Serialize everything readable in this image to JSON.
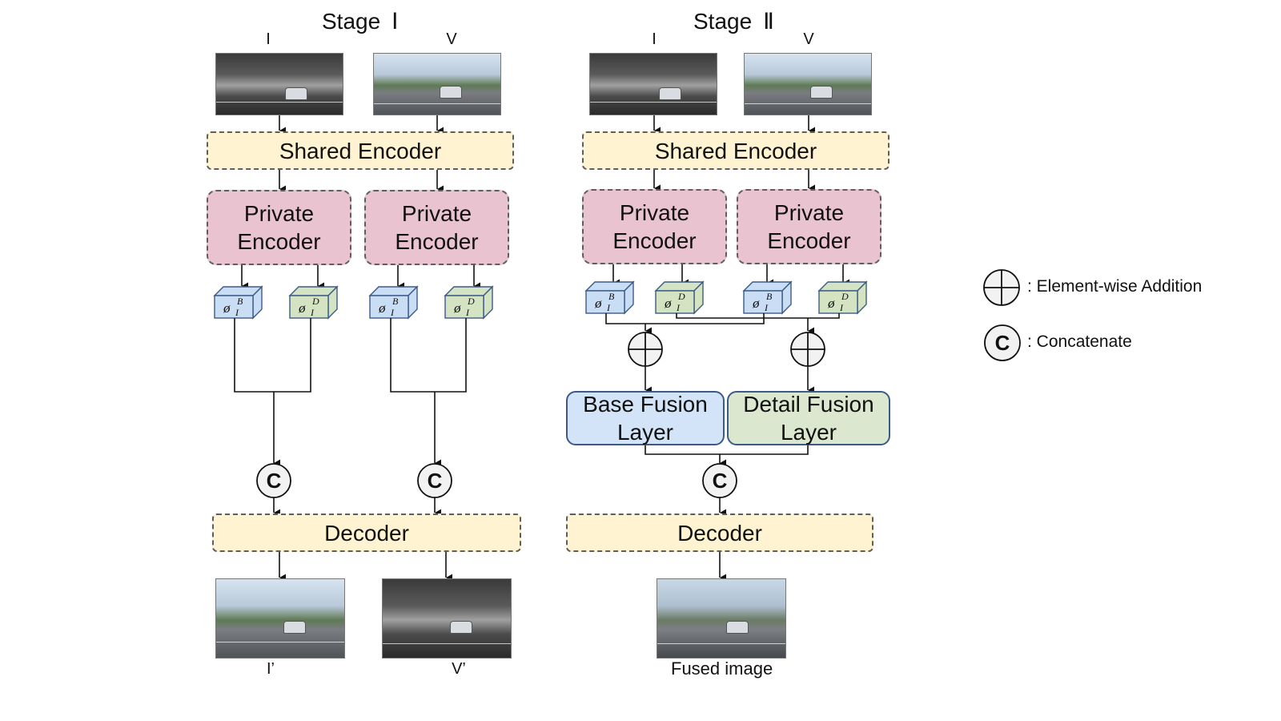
{
  "stage1": {
    "title": "Stage",
    "roman": "Ⅰ",
    "input_ir_label": "I",
    "input_vis_label": "V",
    "shared_encoder": "Shared Encoder",
    "private_encoder_left": "Private\nEncoder",
    "private_encoder_right": "Private\nEncoder",
    "decoder": "Decoder",
    "output_left_label": "I’",
    "output_right_label": "V’"
  },
  "stage2": {
    "title": "Stage",
    "roman": "Ⅱ",
    "input_ir_label": "I",
    "input_vis_label": "V",
    "shared_encoder": "Shared Encoder",
    "private_encoder_left": "Private\nEncoder",
    "private_encoder_right": "Private\nEncoder",
    "base_fusion": "Base Fusion\nLayer",
    "detail_fusion": "Detail Fusion\nLayer",
    "decoder": "Decoder",
    "output_label": "Fused image"
  },
  "feature": {
    "symbol": "ø",
    "base_sup": "B",
    "detail_sup": "D",
    "sub": "I"
  },
  "concat_symbol": "C",
  "legend": {
    "addition": ": Element-wise Addition",
    "concat_symbol": "C",
    "concat": ": Concatenate"
  },
  "colors": {
    "shared_fill": "#fff3d1",
    "private_fill": "#eac3d0",
    "base_feature": "#c9def5",
    "detail_feature": "#d4e4c3",
    "base_fusion_fill": "#d3e3f8",
    "detail_fusion_fill": "#dbe8cf",
    "edge": "#3c5a86"
  }
}
